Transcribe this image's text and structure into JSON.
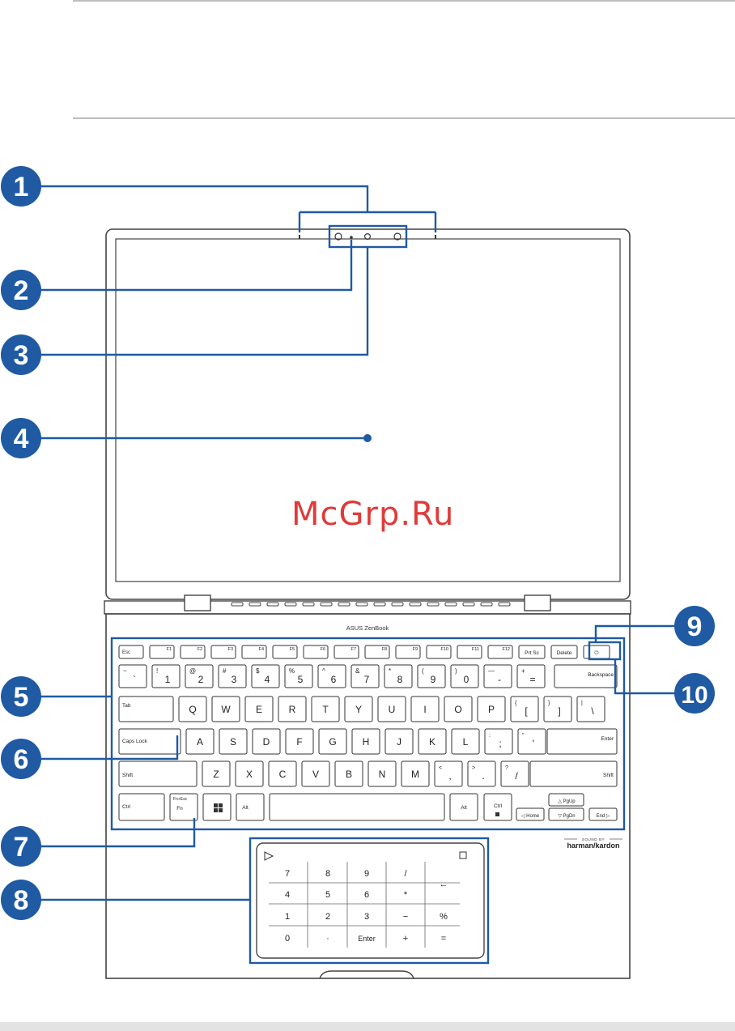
{
  "callouts": [
    {
      "n": "1"
    },
    {
      "n": "2"
    },
    {
      "n": "3"
    },
    {
      "n": "4"
    },
    {
      "n": "5"
    },
    {
      "n": "6"
    },
    {
      "n": "7"
    },
    {
      "n": "8"
    },
    {
      "n": "9"
    },
    {
      "n": "10"
    }
  ],
  "brand": "ASUS ZenBook",
  "audio_brand": {
    "top": "SOUND BY",
    "bottom": "harman/kardon"
  },
  "watermark": "McGrp.Ru",
  "colors": {
    "accent": "#1f5aa3",
    "callout_fill": "#1f5aa3",
    "line": "#1f5aa3"
  },
  "keyboard": {
    "row_fn": [
      "Esc",
      "F1",
      "F2",
      "F3",
      "F4",
      "F5",
      "F6",
      "F7",
      "F8",
      "F9",
      "F10",
      "F11",
      "F12",
      "Prt Sc",
      "Delete",
      "⏻"
    ],
    "row_num": [
      {
        "top": "~",
        "bot": "`"
      },
      {
        "top": "!",
        "bot": "1"
      },
      {
        "top": "@",
        "bot": "2"
      },
      {
        "top": "#",
        "bot": "3"
      },
      {
        "top": "$",
        "bot": "4"
      },
      {
        "top": "%",
        "bot": "5"
      },
      {
        "top": "^",
        "bot": "6"
      },
      {
        "top": "&",
        "bot": "7"
      },
      {
        "top": "*",
        "bot": "8"
      },
      {
        "top": "(",
        "bot": "9"
      },
      {
        "top": ")",
        "bot": "0"
      },
      {
        "top": "—",
        "bot": "-"
      },
      {
        "top": "+",
        "bot": "="
      }
    ],
    "backspace": "Backspace",
    "row_q": [
      "Q",
      "W",
      "E",
      "R",
      "T",
      "Y",
      "U",
      "I",
      "O",
      "P"
    ],
    "row_q_extra": [
      {
        "top": "{",
        "bot": "["
      },
      {
        "top": "}",
        "bot": "]"
      },
      {
        "top": "|",
        "bot": "\\"
      }
    ],
    "tab": "Tab",
    "row_a": [
      "A",
      "S",
      "D",
      "F",
      "G",
      "H",
      "J",
      "K",
      "L"
    ],
    "row_a_extra": [
      {
        "top": ":",
        "bot": ";"
      },
      {
        "top": "\"",
        "bot": "'"
      }
    ],
    "caps": "Caps Lock",
    "enter": "Enter",
    "row_z": [
      "Z",
      "X",
      "C",
      "V",
      "B",
      "N",
      "M"
    ],
    "row_z_extra": [
      {
        "top": "<",
        "bot": ","
      },
      {
        "top": ">",
        "bot": "."
      },
      {
        "top": "?",
        "bot": "/"
      }
    ],
    "shift": "Shift",
    "ctrl": "Ctrl",
    "fn": "Fn",
    "fn_top": "Fn+Esc",
    "alt": "Alt",
    "pgup": "PgUp",
    "pgdn": "PgDn",
    "home": "Home",
    "end": "End"
  },
  "numberpad": {
    "rows": [
      [
        "7",
        "8",
        "9",
        "/",
        "←"
      ],
      [
        "4",
        "5",
        "6",
        "*",
        ""
      ],
      [
        "1",
        "2",
        "3",
        "−",
        "%"
      ],
      [
        "0",
        "·",
        "Enter",
        "+",
        "="
      ]
    ]
  }
}
